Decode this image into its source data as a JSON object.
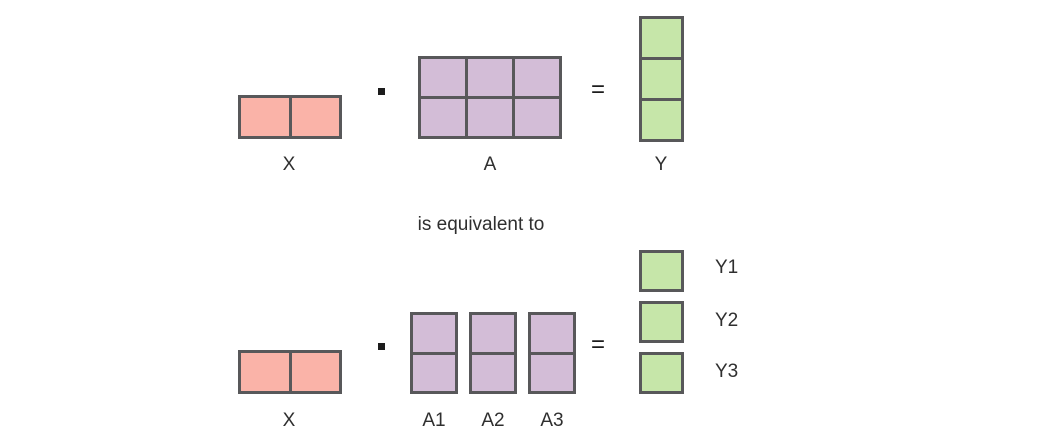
{
  "figure": {
    "title_text": "",
    "caption": "is equivalent to",
    "colors": {
      "pink": "#fab3a8",
      "purple": "#d3bdd7",
      "green": "#c6e6a9",
      "stroke": "#58585a",
      "text": "#2f2f2f",
      "background": "#ffffff"
    }
  },
  "top_equation": {
    "operator_dot": "·",
    "operator_equals": "=",
    "operands": [
      {
        "name": "X",
        "label": "X",
        "color": "pink",
        "rows": 1,
        "cols": 2
      },
      {
        "name": "A",
        "label": "A",
        "color": "purple",
        "rows": 2,
        "cols": 3
      },
      {
        "name": "Y",
        "label": "Y",
        "color": "green",
        "rows": 3,
        "cols": 1
      }
    ]
  },
  "bottom_equation": {
    "operator_dot": "·",
    "operator_equals": "=",
    "x_operand": {
      "name": "X",
      "label": "X",
      "color": "pink",
      "rows": 1,
      "cols": 2
    },
    "a_operands": [
      {
        "name": "A1",
        "label": "A1",
        "color": "purple",
        "rows": 2,
        "cols": 1
      },
      {
        "name": "A2",
        "label": "A2",
        "color": "purple",
        "rows": 2,
        "cols": 1
      },
      {
        "name": "A3",
        "label": "A3",
        "color": "purple",
        "rows": 2,
        "cols": 1
      }
    ],
    "y_operands": [
      {
        "name": "Y1",
        "label": "Y1",
        "color": "green",
        "rows": 1,
        "cols": 1
      },
      {
        "name": "Y2",
        "label": "Y2",
        "color": "green",
        "rows": 1,
        "cols": 1
      },
      {
        "name": "Y3",
        "label": "Y3",
        "color": "green",
        "rows": 1,
        "cols": 1
      }
    ]
  }
}
